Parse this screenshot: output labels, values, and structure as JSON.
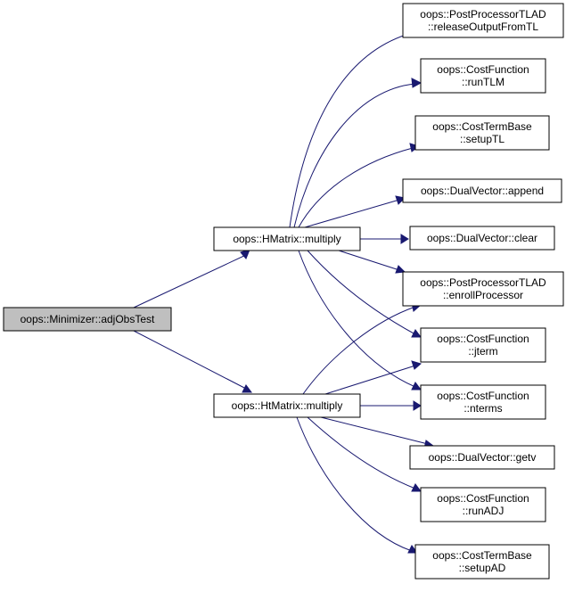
{
  "nodes": {
    "root": {
      "lines": [
        "oops::Minimizer::adjObsTest"
      ]
    },
    "hmul": {
      "lines": [
        "oops::HMatrix::multiply"
      ]
    },
    "htmul": {
      "lines": [
        "oops::HtMatrix::multiply"
      ]
    },
    "relout": {
      "lines": [
        "oops::PostProcessorTLAD",
        "::releaseOutputFromTL"
      ]
    },
    "runtlm": {
      "lines": [
        "oops::CostFunction",
        "::runTLM"
      ]
    },
    "setuptl": {
      "lines": [
        "oops::CostTermBase",
        "::setupTL"
      ]
    },
    "append": {
      "lines": [
        "oops::DualVector::append"
      ]
    },
    "clear": {
      "lines": [
        "oops::DualVector::clear"
      ]
    },
    "enroll": {
      "lines": [
        "oops::PostProcessorTLAD",
        "::enrollProcessor"
      ]
    },
    "jterm": {
      "lines": [
        "oops::CostFunction",
        "::jterm"
      ]
    },
    "nterms": {
      "lines": [
        "oops::CostFunction",
        "::nterms"
      ]
    },
    "getv": {
      "lines": [
        "oops::DualVector::getv"
      ]
    },
    "runadj": {
      "lines": [
        "oops::CostFunction",
        "::runADJ"
      ]
    },
    "setupad": {
      "lines": [
        "oops::CostTermBase",
        "::setupAD"
      ]
    }
  },
  "colors": {
    "edge": "#191970",
    "root_fill": "#bfbfbf",
    "node_fill": "#ffffff",
    "node_border": "#000000"
  }
}
